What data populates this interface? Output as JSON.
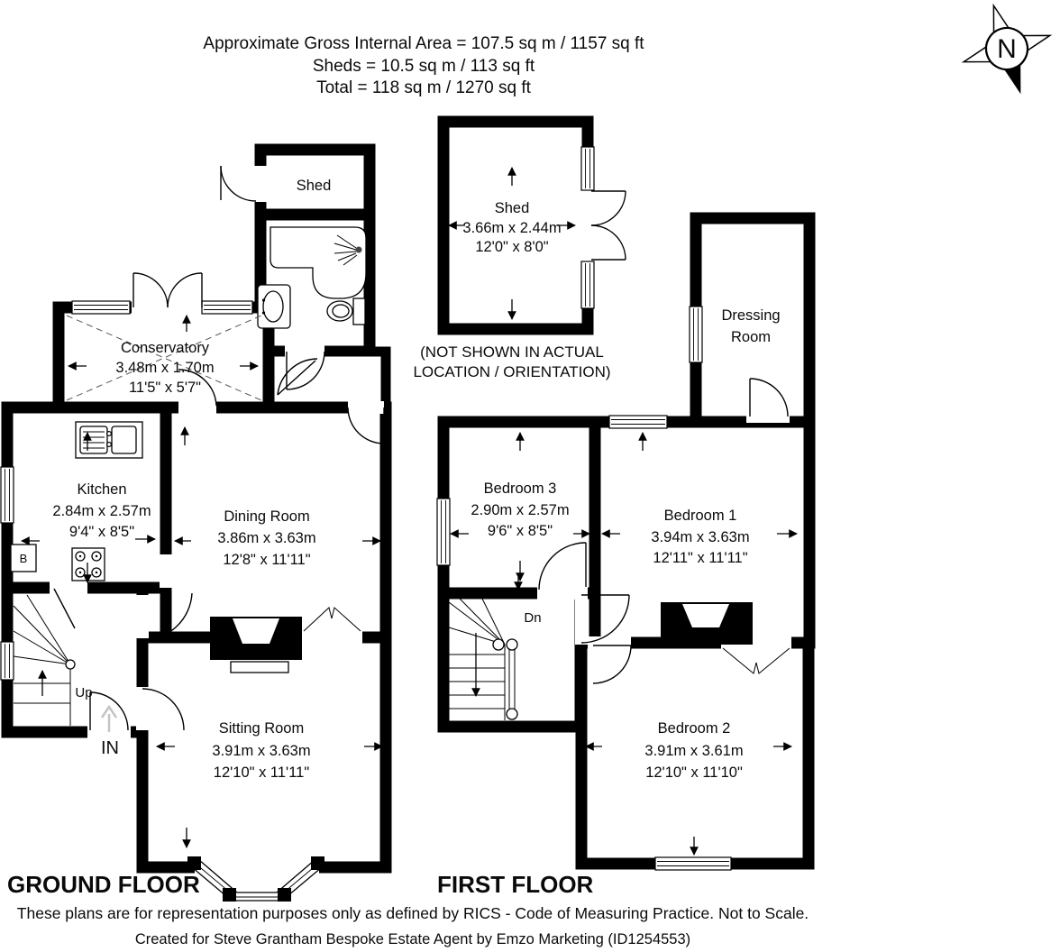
{
  "header": {
    "line1": "Approximate Gross Internal Area = 107.5 sq m / 1157 sq ft",
    "line2": "Sheds = 10.5 sq m / 113 sq ft",
    "line3": "Total = 118 sq m / 1270 sq ft"
  },
  "compass": {
    "north_label": "N"
  },
  "floors": {
    "ground": {
      "title": "GROUND FLOOR"
    },
    "first": {
      "title": "FIRST FLOOR"
    }
  },
  "rooms": {
    "shed_attached": {
      "name": "Shed"
    },
    "shed_detached": {
      "name": "Shed",
      "dims_m": "3.66m x 2.44m",
      "dims_ft": "12'0\" x 8'0\"",
      "note_line1": "(NOT SHOWN IN ACTUAL",
      "note_line2": "LOCATION / ORIENTATION)"
    },
    "conservatory": {
      "name": "Conservatory",
      "dims_m": "3.48m x 1.70m",
      "dims_ft": "11'5\" x 5'7\""
    },
    "kitchen": {
      "name": "Kitchen",
      "dims_m": "2.84m x 2.57m",
      "dims_ft": "9'4\" x 8'5\""
    },
    "dining_room": {
      "name": "Dining Room",
      "dims_m": "3.86m x 3.63m",
      "dims_ft": "12'8\" x 11'11\""
    },
    "sitting_room": {
      "name": "Sitting Room",
      "dims_m": "3.91m x 3.63m",
      "dims_ft": "12'10\" x 11'11\""
    },
    "dressing_room": {
      "name_line1": "Dressing",
      "name_line2": "Room"
    },
    "bedroom_1": {
      "name": "Bedroom 1",
      "dims_m": "3.94m x 3.63m",
      "dims_ft": "12'11\" x 11'11\""
    },
    "bedroom_2": {
      "name": "Bedroom 2",
      "dims_m": "3.91m x 3.61m",
      "dims_ft": "12'10\" x 11'10\""
    },
    "bedroom_3": {
      "name": "Bedroom 3",
      "dims_m": "2.90m x 2.57m",
      "dims_ft": "9'6\" x 8'5\""
    }
  },
  "annotations": {
    "stairs_up": "Up",
    "stairs_down": "Dn",
    "entrance": "IN",
    "boiler": "B"
  },
  "footer": {
    "disclaimer": "These plans are for representation purposes only as defined by RICS - Code of Measuring Practice. Not to Scale.",
    "credit": "Created for Steve Grantham Bespoke Estate Agent by Emzo Marketing (ID1254553)"
  },
  "colors": {
    "wall": "#000000",
    "background": "#ffffff",
    "entry_arrow": "#c4c4c4"
  }
}
